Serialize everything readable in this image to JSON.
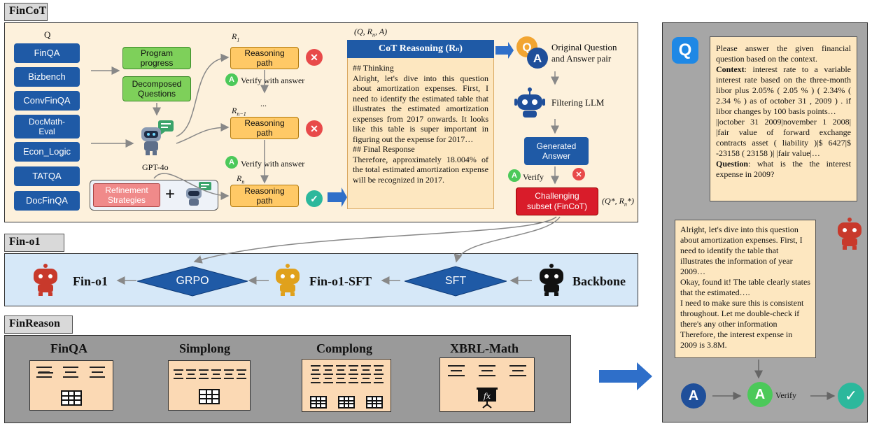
{
  "sections": {
    "fincot": "FinCoT",
    "fino1": "Fin-o1",
    "finreason": "FinReason"
  },
  "datasets": {
    "q_label": "Q",
    "items": [
      "FinQA",
      "Bizbench",
      "ConvFinQA",
      "DocMath-Eval",
      "Econ_Logic",
      "TATQA",
      "DocFinQA"
    ]
  },
  "generation": {
    "program_progress": "Program progress",
    "decomposed_questions": "Decomposed Questions",
    "gpt_label": "GPT-4o",
    "refinement": "Refinement Strategies",
    "plus": "+"
  },
  "reasoning": {
    "r1": "R",
    "r1_sub": "1",
    "rn1": "R",
    "rn1_sub": "n−1",
    "rn": "R",
    "rn_sub": "n",
    "path_label": "Reasoning path",
    "verify": "Verify with answer",
    "ellipsis": "..."
  },
  "cot": {
    "header_tuple": "(Q, R",
    "header_tuple_sub": "n",
    "header_tuple_end": ", A)",
    "title": "CoT Reasoning (R",
    "title_sub": "n",
    "title_end": ")",
    "thinking_head": "## Thinking",
    "thinking_body": "Alright, let's dive into this question about amortization expenses. First, I need to identify the estimated table that illustrates the estimated amortization expenses from 2017 onwards. It looks like this table is super important in figuring out the expense for 2017…",
    "final_head": "## Final Response",
    "final_body": "Therefore, approximately 18.004% of the total estimated amortization expense will be recognized in 2017."
  },
  "filtering": {
    "original_qa": "Original Question and Answer pair",
    "filtering_llm": "Filtering LLM",
    "generated_answer": "Generated Answer",
    "verify": "Verify",
    "challenging": "Challenging subset (FinCoT)",
    "output_tuple": "(Q*, R",
    "output_tuple_sub": "n",
    "output_tuple_end": "*)"
  },
  "pipeline": {
    "fino1": "Fin-o1",
    "grpo": "GRPO",
    "fino1_sft": "Fin-o1-SFT",
    "sft": "SFT",
    "backbone": "Backbone"
  },
  "finreason": {
    "items": [
      "FinQA",
      "Simplong",
      "Complong",
      "XBRL-Math"
    ]
  },
  "example": {
    "question_intro": "Please answer the given financial question based on the context.",
    "context_label": "Context",
    "context_body": ": interest rate to a variable interest rate based on the three-month libor plus 2.05% ( 2.05 % ) ( 2.34% ( 2.34 % ) as of october 31 , 2009 ) . if libor changes by 100 basis points…",
    "table_text": "||october 31 2009|november 1 2008| |fair value of forward exchange contracts asset ( liability )|$ 6427|$ -23158 ( 23158 )| |fair value|…",
    "question_label": "Question",
    "question_body": ": what is the the interest expense in 2009?",
    "answer_text_1": "Alright, let's dive into this question about amortization expenses. First, I need to identify the table that illustrates the information of year 2009…",
    "answer_text_2": "Okay, found it! The table clearly states that the estimated….",
    "answer_text_3": "I need to make sure this is consistent throughout. Let me double-check if there's any other information",
    "answer_text_4": "Therefore, the interest expense in 2009 is 3.8M.",
    "verify": "Verify"
  },
  "colors": {
    "fincot_bg": "#fdf1dc",
    "fino1_bg": "#d6e8f8",
    "finreason_bg": "#9a9a9a",
    "right_bg": "#a6a6a6",
    "blue": "#1f5aa6",
    "red": "#d91c2a"
  }
}
